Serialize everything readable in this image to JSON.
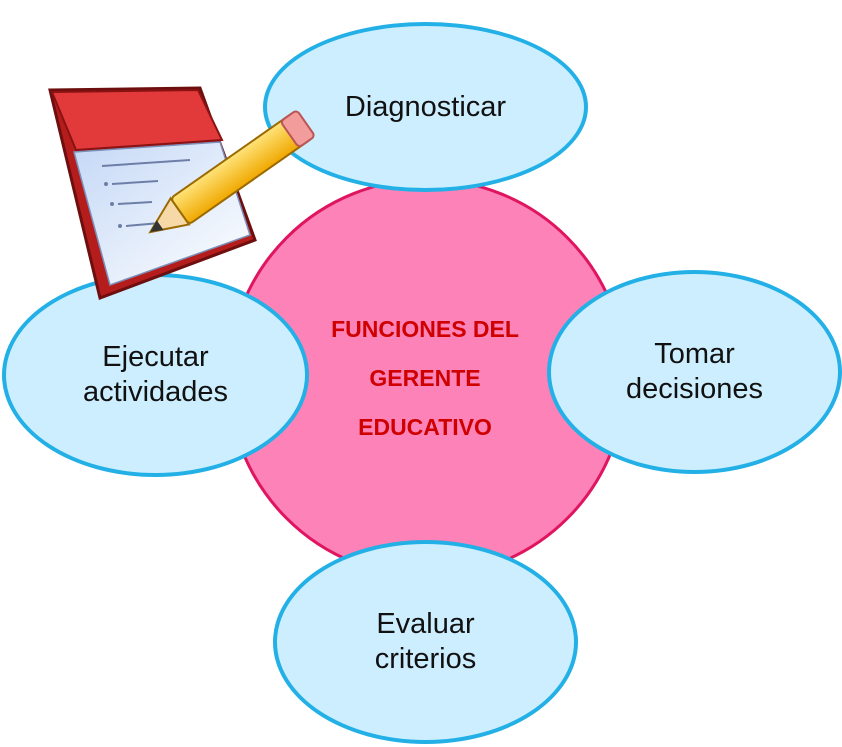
{
  "center": {
    "lines": [
      "FUNCIONES DEL",
      "GERENTE",
      "EDUCATIVO"
    ]
  },
  "nodes": {
    "diagnosticar": {
      "lines": [
        "Diagnosticar"
      ]
    },
    "ejecutar": {
      "lines": [
        "Ejecutar",
        "actividades"
      ]
    },
    "tomar": {
      "lines": [
        "Tomar",
        "decisiones"
      ]
    },
    "evaluar": {
      "lines": [
        "Evaluar",
        "criterios"
      ]
    }
  },
  "colors": {
    "center_fill": "#fd82b8",
    "center_border": "#e0155f",
    "center_text": "#cf0000",
    "bubble_fill": "#cdeefe",
    "bubble_border": "#23b0e6"
  },
  "icons": {
    "clipart": "notepad-pencil-icon"
  }
}
